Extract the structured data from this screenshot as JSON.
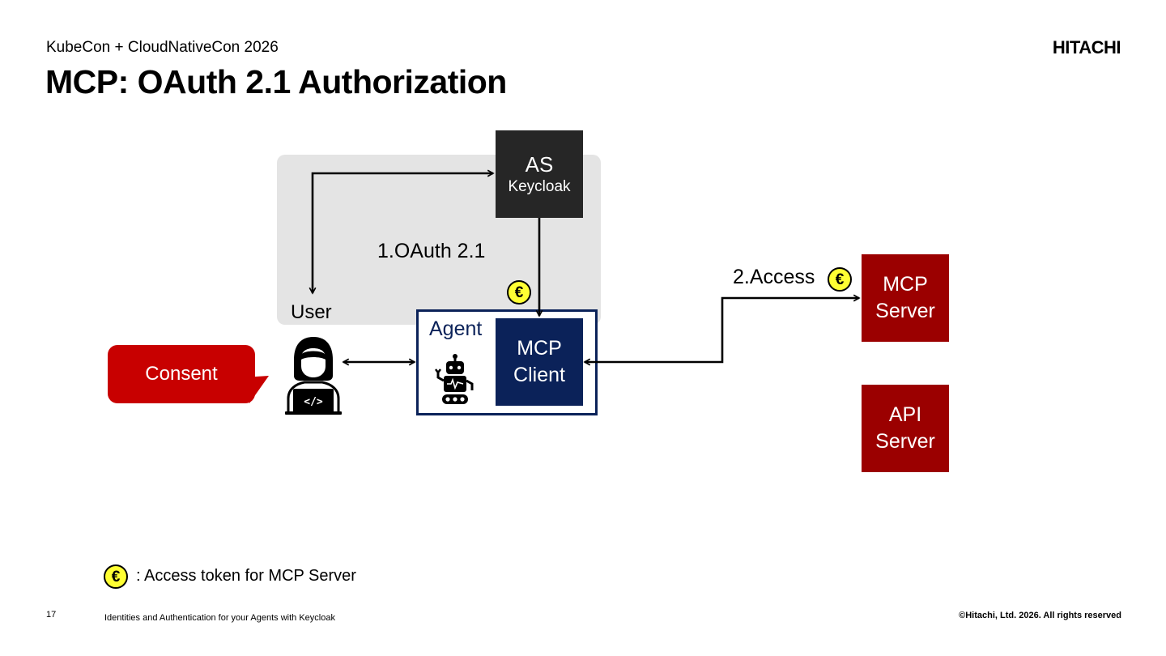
{
  "header": {
    "subtitle": "KubeCon + CloudNativeCon 2026",
    "title": "MCP: OAuth 2.1 Authorization",
    "logo": "HITACHI"
  },
  "diagram": {
    "as_box": {
      "line1": "AS",
      "line2": "Keycloak"
    },
    "agent_label": "Agent",
    "mcp_client": {
      "line1": "MCP",
      "line2": "Client"
    },
    "mcp_server": {
      "line1": "MCP",
      "line2": "Server"
    },
    "api_server": {
      "line1": "API",
      "line2": "Server"
    },
    "oauth_label": "1.OAuth 2.1",
    "access_label": "2.Access",
    "user_label": "User",
    "consent_label": "Consent",
    "token_symbol": "€"
  },
  "legend": {
    "text": ": Access token for MCP Server"
  },
  "footer": {
    "page_number": "17",
    "text": "Identities and Authentication for your Agents with Keycloak",
    "copyright": "©Hitachi, Ltd. 2026. All rights reserved"
  },
  "colors": {
    "as_box": "#262626",
    "agent_navy": "#0b2259",
    "server_red": "#9b0000",
    "consent_red": "#c80000",
    "token_yellow": "#ffff33",
    "panel_gray": "#e4e4e4"
  },
  "icons": [
    "user-developer-icon",
    "robot-icon",
    "token-euro-icon"
  ]
}
